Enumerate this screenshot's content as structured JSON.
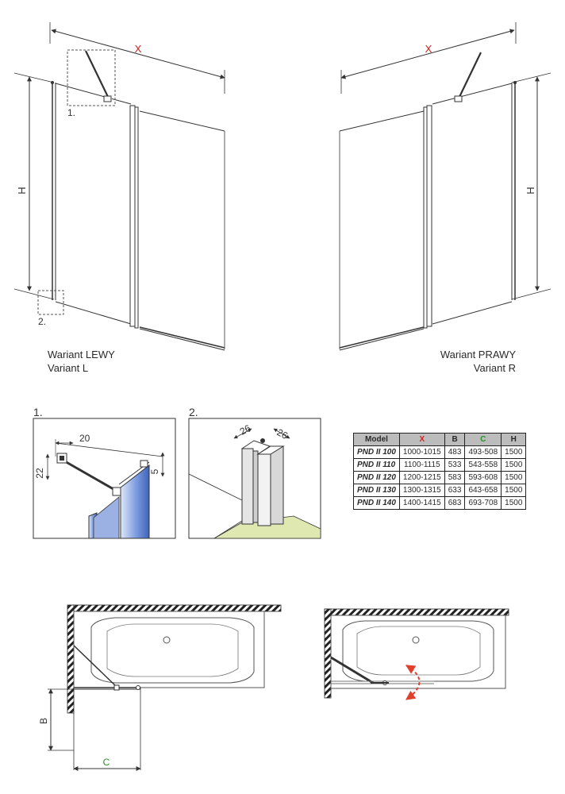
{
  "top_left": {
    "dim_x": "X",
    "dim_h": "H",
    "detail_1_tag": "1.",
    "detail_2_tag": "2.",
    "caption_line1": "Wariant LEWY",
    "caption_line2": "Variant L"
  },
  "top_right": {
    "dim_x": "X",
    "dim_h": "H",
    "caption_line1": "Wariant PRAWY",
    "caption_line2": "Variant R"
  },
  "detail_1": {
    "title": "1.",
    "dim_top": "20",
    "dim_left": "22",
    "dim_right": "5"
  },
  "detail_2": {
    "title": "2.",
    "dim_a": "26",
    "dim_b": "26"
  },
  "table": {
    "headers": [
      "Model",
      "X",
      "B",
      "C",
      "H"
    ],
    "rows": [
      [
        "PND II 100",
        "1000-1015",
        "483",
        "493-508",
        "1500"
      ],
      [
        "PND II 110",
        "1100-1115",
        "533",
        "543-558",
        "1500"
      ],
      [
        "PND II 120",
        "1200-1215",
        "583",
        "593-608",
        "1500"
      ],
      [
        "PND II 130",
        "1300-1315",
        "633",
        "643-658",
        "1500"
      ],
      [
        "PND II 140",
        "1400-1415",
        "683",
        "693-708",
        "1500"
      ]
    ]
  },
  "plan_left": {
    "dim_b": "B",
    "dim_c": "C"
  },
  "colors": {
    "red": "#d0231f",
    "green": "#2b8f2b",
    "glass_blue": "#5a7fc9",
    "floor_green": "#dfe8b0"
  }
}
